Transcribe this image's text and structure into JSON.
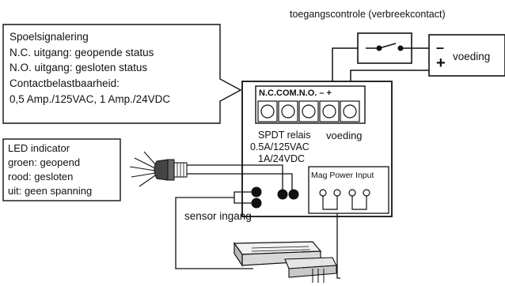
{
  "top_label": "toegangscontrole (verbreekcontact)",
  "power": {
    "minus": "–",
    "plus": "+",
    "label": "voeding"
  },
  "info_box": {
    "lines": [
      "Spoelsignalering",
      "N.C. uitgang: geopende status",
      "N.O. uitgang: gesloten status",
      "Contactbelastbaarheid:",
      "0,5 Amp./125VAC, 1 Amp./24VDC"
    ]
  },
  "led_box": {
    "lines": [
      "LED indicator",
      "groen: geopend",
      "rood: gesloten",
      "uit: geen spanning"
    ]
  },
  "controller": {
    "terminal_labels": "N.C.COM.N.O. –  +",
    "relay_lines": [
      "SPDT relais",
      "0.5A/125VAC",
      "1A/24VDC"
    ],
    "power_label": "voeding",
    "mag_label": "Mag Power Input"
  },
  "sensor_label": "sensor ingang",
  "colors": {
    "line": "#111111",
    "background": "#ffffff",
    "lock_fill": "#e6e6e6"
  }
}
